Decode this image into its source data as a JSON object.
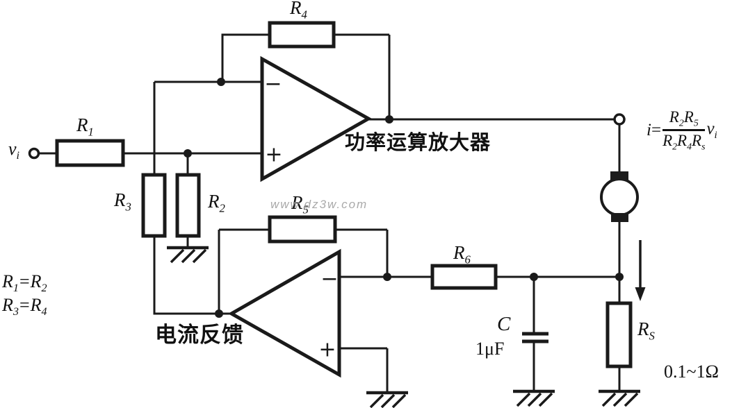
{
  "components": {
    "vin": {
      "base": "v",
      "sub": "i"
    },
    "r1": {
      "base": "R",
      "sub": "1"
    },
    "r2": {
      "base": "R",
      "sub": "2"
    },
    "r3": {
      "base": "R",
      "sub": "3"
    },
    "r4": {
      "base": "R",
      "sub": "4"
    },
    "r5": {
      "base": "R",
      "sub": "5"
    },
    "r6": {
      "base": "R",
      "sub": "6"
    },
    "rsense": {
      "base": "R",
      "sub": "S"
    },
    "cap_name": "C",
    "cap_value": "1μF",
    "rsense_range": "0.1~1Ω"
  },
  "annotations": {
    "opamp1_label": "功率运算放大器",
    "opamp2_label": "电流反馈",
    "eq1": {
      "lb": "R",
      "ls": "1",
      "eq": "=",
      "rb": "R",
      "rs": "2"
    },
    "eq2": {
      "lb": "R",
      "ls": "3",
      "eq": "=",
      "rb": "R",
      "rs": "4"
    },
    "watermark": "www.dz3w.com"
  },
  "formula": {
    "lhs_i": "i",
    "eq": "=",
    "num": [
      {
        "b": "R",
        "s": "2"
      },
      {
        "b": "R",
        "s": "5"
      }
    ],
    "den": [
      {
        "b": "R",
        "s": "2"
      },
      {
        "b": "R",
        "s": "4"
      },
      {
        "b": "R",
        "s": "s"
      }
    ],
    "rhs": {
      "b": "v",
      "s": "i"
    }
  },
  "signs": {
    "minus": "−",
    "plus": "+"
  },
  "colors": {
    "line": "#1a1a1a",
    "background": "#ffffff",
    "watermark": "#9b9b9b"
  }
}
